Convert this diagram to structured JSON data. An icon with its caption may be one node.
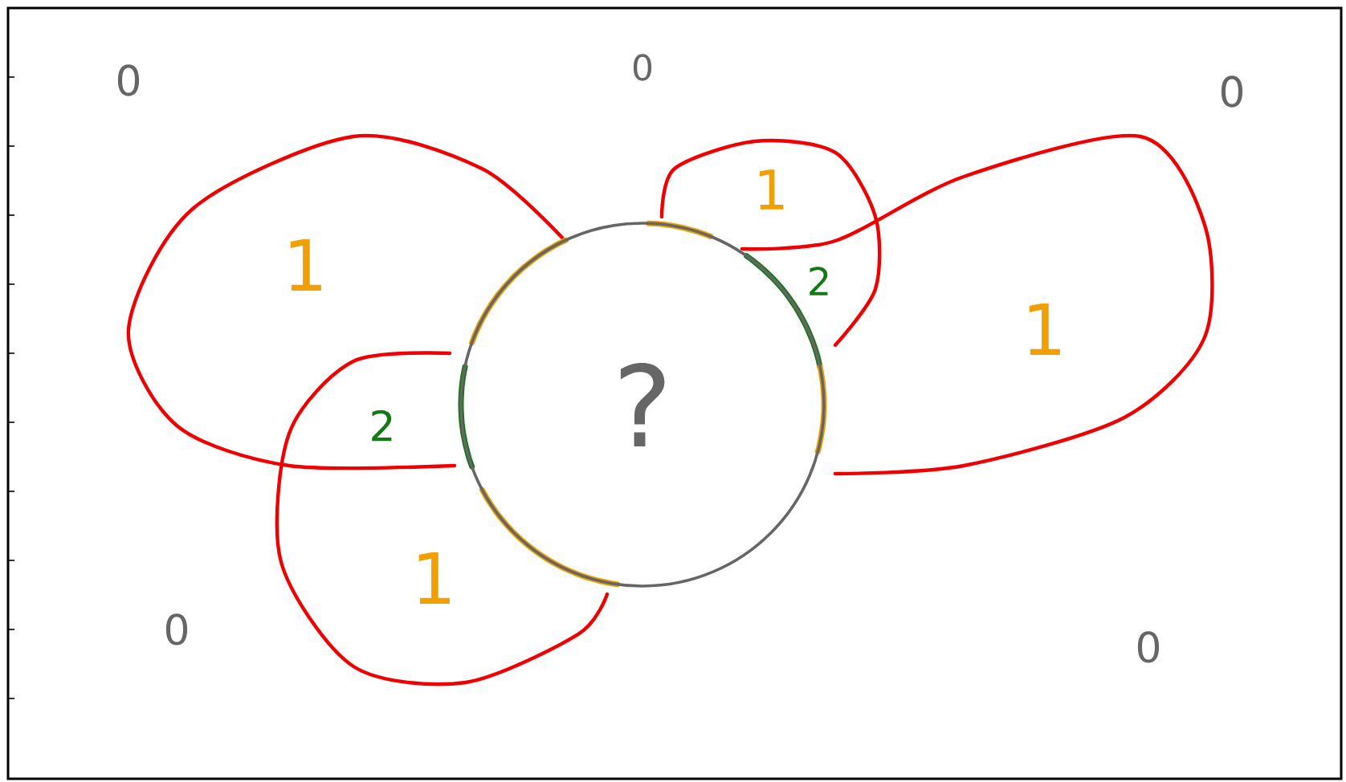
{
  "diagram": {
    "nodes": [
      {
        "text": [
          "?"
        ]
      }
    ],
    "labels": [
      "0",
      "0",
      "0",
      "1",
      "1",
      "2",
      "1",
      "2",
      "1",
      "0",
      "0"
    ]
  }
}
